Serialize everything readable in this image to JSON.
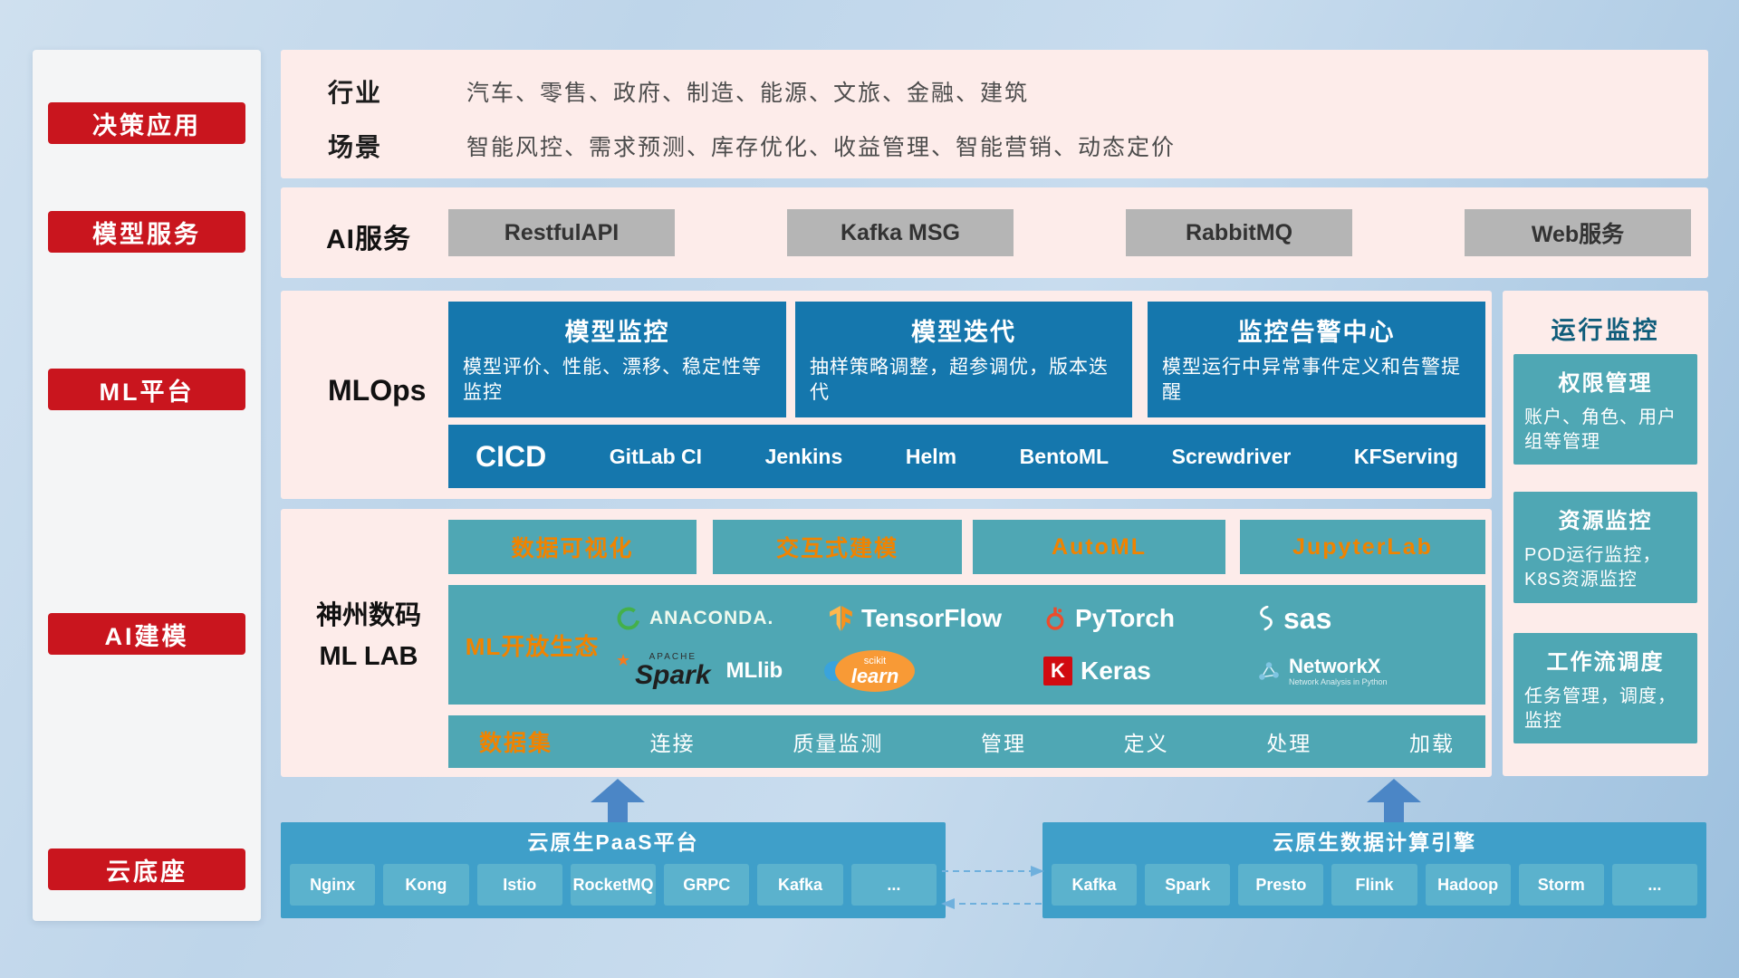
{
  "sidebar": {
    "items": [
      {
        "label": "决策应用"
      },
      {
        "label": "模型服务"
      },
      {
        "label": "ML平台"
      },
      {
        "label": "AI建模"
      },
      {
        "label": "云底座"
      }
    ]
  },
  "industry_row": {
    "row1_label": "行业",
    "row1_text": "汽车、零售、政府、制造、能源、文旅、金融、建筑",
    "row2_label": "场景",
    "row2_text": "智能风控、需求预测、库存优化、收益管理、智能营销、动态定价"
  },
  "service_row": {
    "label": "AI服务",
    "buttons": [
      {
        "label": "RestfulAPI"
      },
      {
        "label": "Kafka MSG"
      },
      {
        "label": "RabbitMQ"
      },
      {
        "label": "Web服务"
      }
    ]
  },
  "mlops_row": {
    "label": "MLOps",
    "cards": [
      {
        "title": "模型监控",
        "desc": "模型评价、性能、漂移、稳定性等监控"
      },
      {
        "title": "模型迭代",
        "desc": "抽样策略调整，超参调优，版本迭代"
      },
      {
        "title": "监控告警中心",
        "desc": "模型运行中异常事件定义和告警提醒"
      }
    ],
    "cicd_label": "CICD",
    "cicd_items": [
      {
        "label": "GitLab CI"
      },
      {
        "label": "Jenkins"
      },
      {
        "label": "Helm"
      },
      {
        "label": "BentoML"
      },
      {
        "label": "Screwdriver"
      },
      {
        "label": "KFServing"
      }
    ]
  },
  "mllab_row": {
    "label_line1": "神州数码",
    "label_line2": "ML LAB",
    "top_boxes": [
      {
        "label": "数据可视化"
      },
      {
        "label": "交互式建模"
      },
      {
        "label": "AutoML"
      },
      {
        "label": "JupyterLab"
      }
    ],
    "eco_label": "ML开放生态",
    "logos": [
      {
        "name": "anaconda",
        "text": "ANACONDA."
      },
      {
        "name": "tensorflow",
        "text": "TensorFlow"
      },
      {
        "name": "pytorch",
        "text": "PyTorch"
      },
      {
        "name": "sas",
        "text": "sas"
      },
      {
        "name": "spark-mllib",
        "apache_label": "APACHE",
        "text": "Spark",
        "lib": "MLlib"
      },
      {
        "name": "scikit-learn",
        "top": "scikit",
        "text": "learn"
      },
      {
        "name": "keras",
        "letter": "K",
        "text": "Keras"
      },
      {
        "name": "networkx",
        "text": "NetworkX",
        "sub": "Network Analysis in Python"
      }
    ],
    "dataset_label": "数据集",
    "dataset_items": [
      {
        "label": "连接"
      },
      {
        "label": "质量监测"
      },
      {
        "label": "管理"
      },
      {
        "label": "定义"
      },
      {
        "label": "处理"
      },
      {
        "label": "加载"
      }
    ]
  },
  "monitor_panel": {
    "title": "运行监控",
    "cards": [
      {
        "title": "权限管理",
        "desc": "账户、角色、用户组等管理"
      },
      {
        "title": "资源监控",
        "desc": "POD运行监控，K8S资源监控"
      },
      {
        "title": "工作流调度",
        "desc": "任务管理，调度，监控"
      }
    ]
  },
  "bottom": {
    "paas_title": "云原生PaaS平台",
    "paas_items": [
      {
        "label": "Nginx"
      },
      {
        "label": "Kong"
      },
      {
        "label": "Istio"
      },
      {
        "label": "RocketMQ"
      },
      {
        "label": "GRPC"
      },
      {
        "label": "Kafka"
      },
      {
        "label": "..."
      }
    ],
    "engine_title": "云原生数据计算引擎",
    "engine_items": [
      {
        "label": "Kafka"
      },
      {
        "label": "Spark"
      },
      {
        "label": "Presto"
      },
      {
        "label": "Flink"
      },
      {
        "label": "Hadoop"
      },
      {
        "label": "Storm"
      },
      {
        "label": "..."
      }
    ]
  },
  "colors": {
    "accent_red": "#c9151e",
    "deep_blue": "#1577ad",
    "teal": "#4fa7b4",
    "orange_text": "#f08300",
    "pink_panel": "#fdecea",
    "bar_blue": "#3f9fc9",
    "item_blue": "#5bb2cd"
  }
}
